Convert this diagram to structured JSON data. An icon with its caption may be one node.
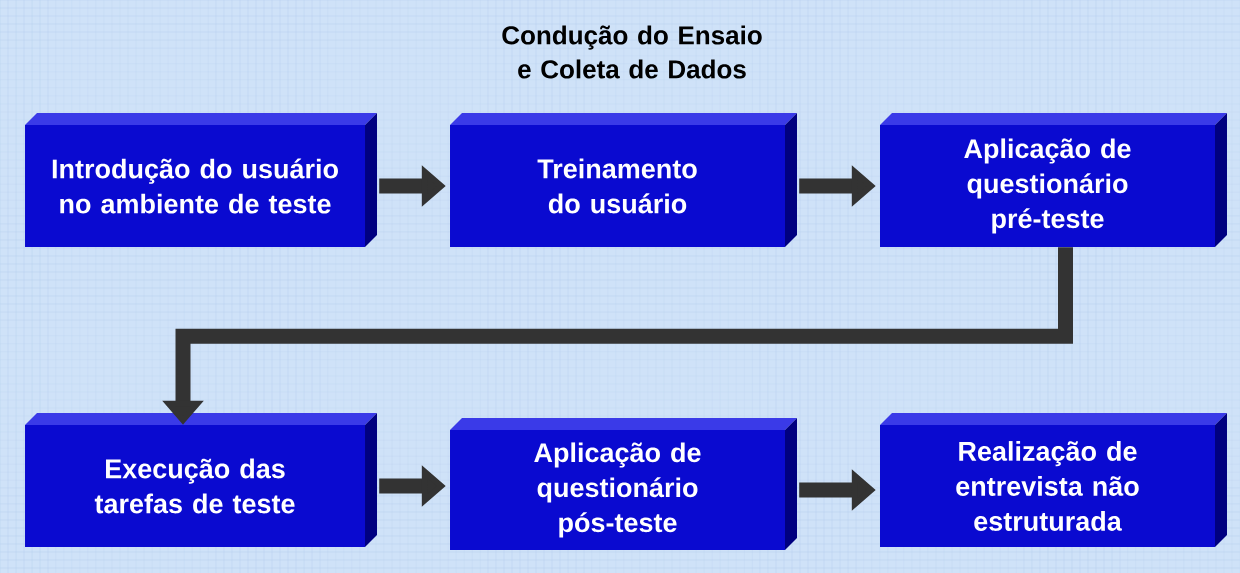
{
  "diagram": {
    "title": "Condução do Ensaio e Coleta de Dados",
    "nodes": [
      {
        "text": [
          "Introdução do usuário no ambiente de teste"
        ]
      },
      {
        "text": [
          "Treinamento do usuário"
        ]
      },
      {
        "text": [
          "Aplicação de questionário pré-teste"
        ]
      },
      {
        "text": [
          "Execução das tarefas de teste"
        ]
      },
      {
        "text": [
          "Aplicação de questionário pós-teste"
        ]
      },
      {
        "text": [
          "Realização de entrevista não estruturada"
        ]
      }
    ],
    "edges": [
      {
        "from": 0,
        "to": 1,
        "arrow": "to"
      },
      {
        "from": 1,
        "to": 2,
        "arrow": "to"
      },
      {
        "from": 2,
        "to": 3,
        "arrow": "to"
      },
      {
        "from": 3,
        "to": 4,
        "arrow": "to"
      },
      {
        "from": 4,
        "to": 5,
        "arrow": "to"
      }
    ]
  }
}
